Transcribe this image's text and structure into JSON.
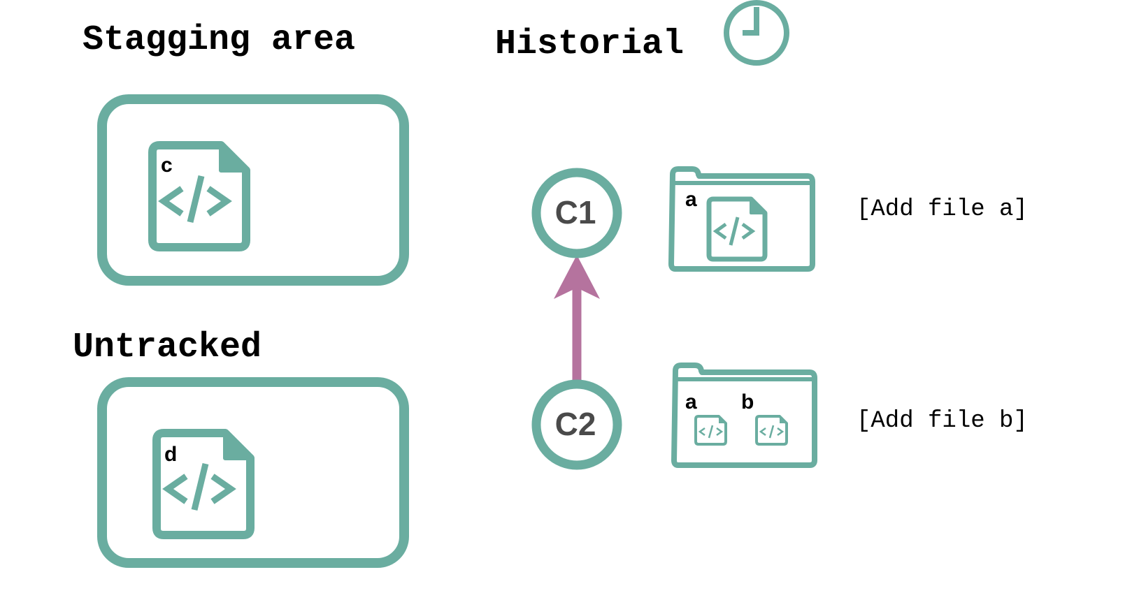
{
  "colors": {
    "teal": "#6aada0",
    "arrow": "#b5739e",
    "text": "#000000",
    "commit_text": "#4a4a4a",
    "background": "#ffffff"
  },
  "staging": {
    "title": "Stagging area",
    "file_label": "c"
  },
  "untracked": {
    "title": "Untracked",
    "file_label": "d"
  },
  "history": {
    "title": "Historial",
    "icon": "clock-icon"
  },
  "commits": [
    {
      "id": "C1",
      "files": [
        "a"
      ],
      "message": "[Add file a]"
    },
    {
      "id": "C2",
      "files": [
        "a",
        "b"
      ],
      "message": "[Add file b]"
    }
  ],
  "icons": {
    "file": "code-file-icon",
    "folder": "folder-icon",
    "arrow": "arrow-up-icon"
  }
}
